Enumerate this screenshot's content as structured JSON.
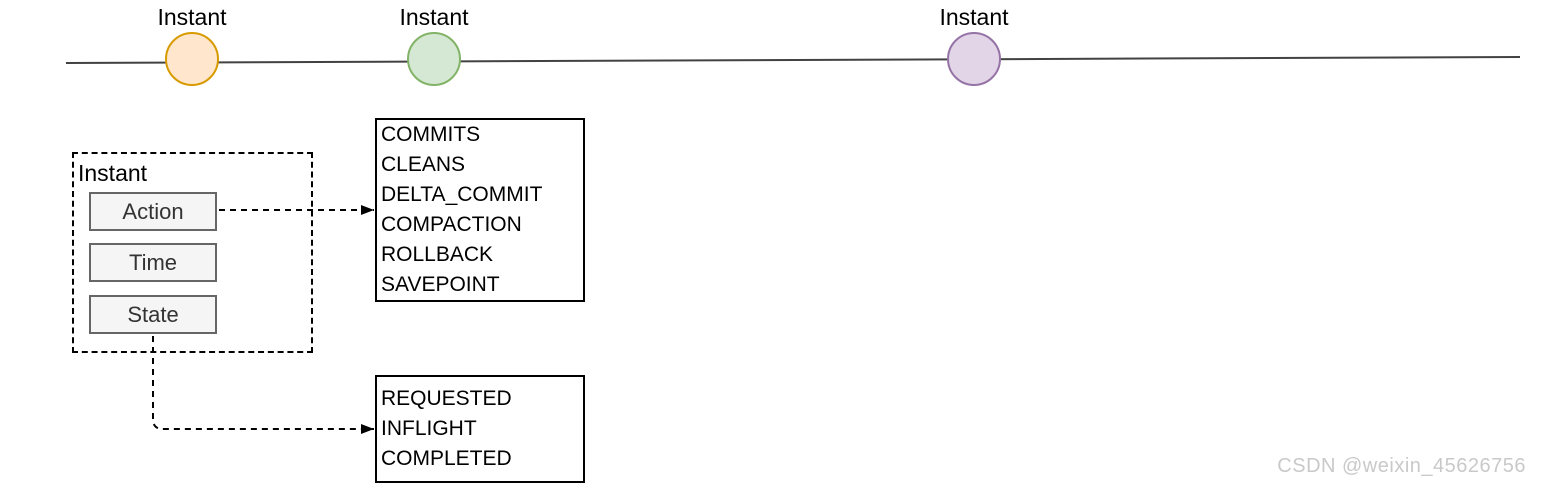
{
  "timeline": {
    "instants": [
      {
        "label": "Instant",
        "fill": "#FFE6CC",
        "stroke": "#D79B00"
      },
      {
        "label": "Instant",
        "fill": "#D5E8D4",
        "stroke": "#82B366"
      },
      {
        "label": "Instant",
        "fill": "#E1D5E7",
        "stroke": "#9673A6"
      }
    ],
    "line_color": "#424242"
  },
  "instant_detail": {
    "title": "Instant",
    "fields": [
      "Action",
      "Time",
      "State"
    ]
  },
  "action_types": [
    "COMMITS",
    "CLEANS",
    "DELTA_COMMIT",
    "COMPACTION",
    "ROLLBACK",
    "SAVEPOINT"
  ],
  "states": [
    "REQUESTED",
    "INFLIGHT",
    "COMPLETED"
  ],
  "watermark": "CSDN @weixin_45626756",
  "colors": {
    "connector": "#000000",
    "field_box_fill": "#F5F5F5",
    "field_box_border": "#666666"
  }
}
